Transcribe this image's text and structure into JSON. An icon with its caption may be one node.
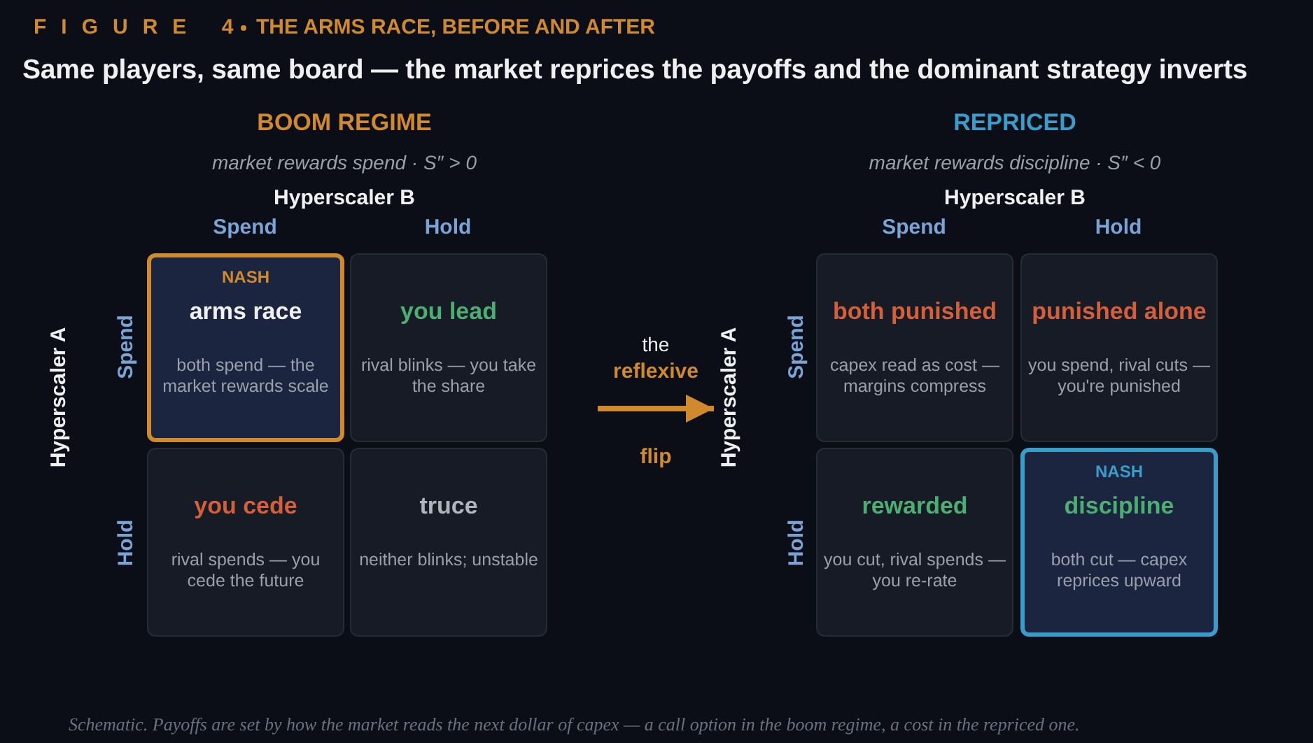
{
  "diagram": {
    "title": "Same players, same board — the market reprices the payoffs and the dominant strategy inverts",
    "caption": "Schematic. Payoffs are set by how the market reads the next dollar of capex — a call option in the boom regime, a cost in the repriced one.",
    "nodes": [
      {
        "text": [
          "BOOM REGIME",
          "market rewards spend · S″ > 0"
        ]
      },
      {
        "text": [
          "NASH",
          "arms race",
          "both spend — the market rewards scale"
        ],
        "in": 0
      },
      {
        "text": [
          "you lead",
          "rival blinks — you take the share"
        ],
        "in": 0
      },
      {
        "text": [
          "you cede",
          "rival spends — you cede the future"
        ],
        "in": 0
      },
      {
        "text": [
          "truce",
          "neither blinks; unstable"
        ],
        "in": 0
      },
      {
        "text": [
          "REPRICED",
          "market rewards discipline · S″ < 0"
        ]
      },
      {
        "text": [
          "both punished",
          "capex read as cost — margins compress"
        ],
        "in": 5
      },
      {
        "text": [
          "punished alone",
          "you spend, rival cuts — you're punished"
        ],
        "in": 5
      },
      {
        "text": [
          "rewarded",
          "you cut, rival spends — you re-rate"
        ],
        "in": 5
      },
      {
        "text": [
          "NASH",
          "discipline",
          "both cut — capex reprices upward"
        ],
        "in": 5
      }
    ],
    "edges": [
      {
        "from": 0,
        "to": 5,
        "arrow": "to",
        "label": "the reflexive flip"
      }
    ],
    "labels": [
      "FIGURE 4",
      "THE ARMS RACE, BEFORE AND AFTER",
      "Hyperscaler B",
      "Spend",
      "Hold",
      "Hyperscaler A",
      "Spend",
      "Hold",
      "Hyperscaler B",
      "Spend",
      "Hold",
      "Hyperscaler A",
      "Spend",
      "Hold"
    ]
  }
}
